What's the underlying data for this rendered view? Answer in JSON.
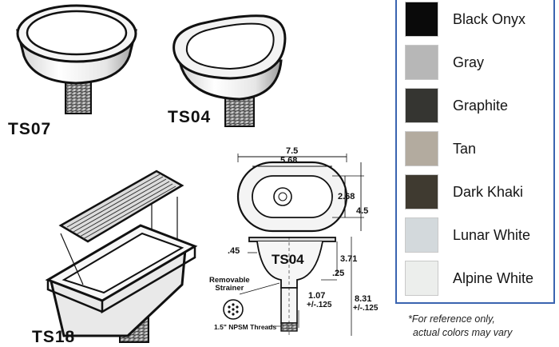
{
  "products": {
    "ts07": "TS07",
    "ts04": "TS04",
    "ts18": "TS18"
  },
  "drawing": {
    "title": "TS04",
    "dim_outer_width": "7.5",
    "dim_inner_width": "5.68",
    "dim_inner_depth": "2.68",
    "dim_outer_depth": "4.5",
    "dim_lip": ".45",
    "dim_bowl_depth": "3.71",
    "dim_offset": ".25",
    "dim_tail_a": "1.07",
    "dim_tail_a_tol": "+/-.125",
    "dim_total_a": "8.31",
    "dim_total_a_tol": "+/-.125",
    "strainer_line1": "Removable",
    "strainer_line2": "Strainer",
    "threads": "1.5\" NPSM Threads"
  },
  "colors": {
    "options": [
      {
        "name": "Black Onyx",
        "hex": "#0a0a0a"
      },
      {
        "name": "Gray",
        "hex": "#b7b7b7"
      },
      {
        "name": "Graphite",
        "hex": "#353531"
      },
      {
        "name": "Tan",
        "hex": "#b3ab9f"
      },
      {
        "name": "Dark Khaki",
        "hex": "#3f3a30"
      },
      {
        "name": "Lunar White",
        "hex": "#d3d9dc"
      },
      {
        "name": "Alpine White",
        "hex": "#eceeec"
      }
    ],
    "panel_border": "#3a64b0",
    "disclaimer_line1": "*For reference only,",
    "disclaimer_line2": "actual colors may vary"
  }
}
